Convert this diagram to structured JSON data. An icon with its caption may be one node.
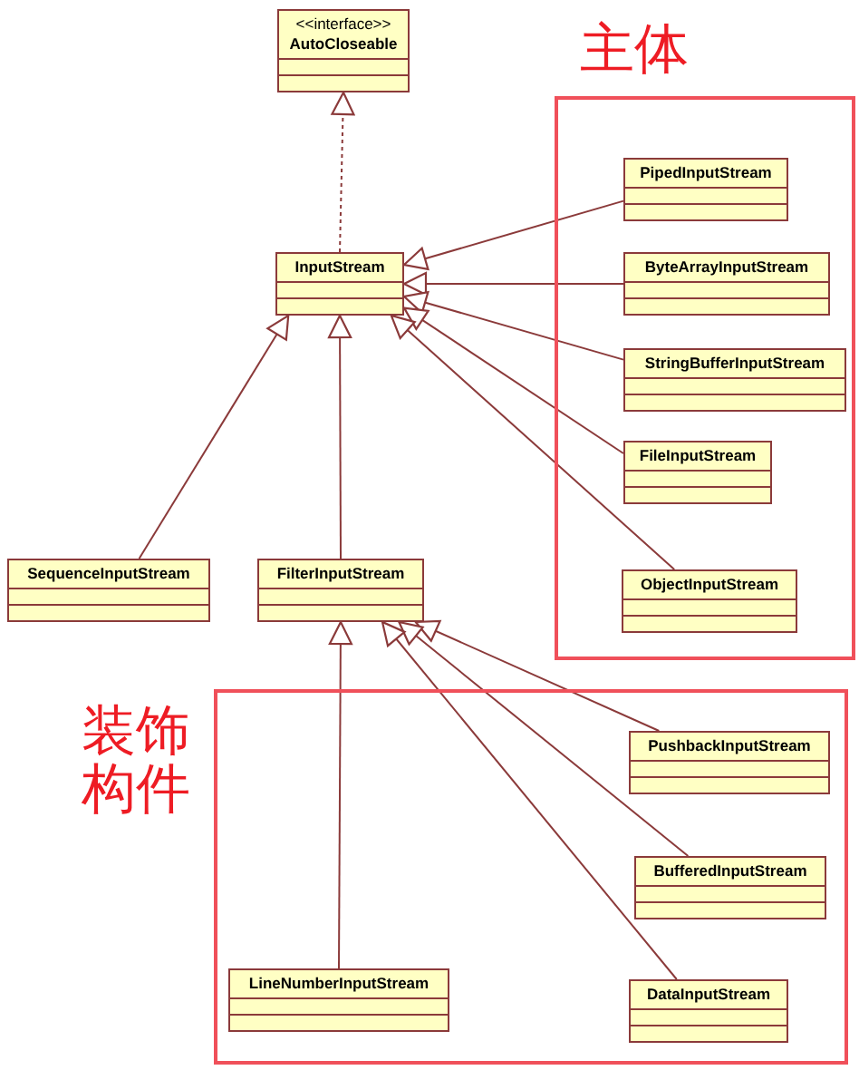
{
  "diagram": {
    "nodes": [
      {
        "text": [
          "<<interface>>",
          "AutoCloseable"
        ]
      },
      {
        "text": [
          "InputStream"
        ]
      },
      {
        "text": [
          "主体"
        ]
      },
      {
        "text": [
          "PipedInputStream"
        ],
        "in": 2
      },
      {
        "text": [
          "ByteArrayInputStream"
        ],
        "in": 2
      },
      {
        "text": [
          "StringBufferInputStream"
        ],
        "in": 2
      },
      {
        "text": [
          "FileInputStream"
        ],
        "in": 2
      },
      {
        "text": [
          "ObjectInputStream"
        ],
        "in": 2
      },
      {
        "text": [
          "SequenceInputStream"
        ]
      },
      {
        "text": [
          "FilterInputStream"
        ]
      },
      {
        "text": [
          "装饰构件"
        ]
      },
      {
        "text": [
          "PushbackInputStream"
        ],
        "in": 10
      },
      {
        "text": [
          "BufferedInputStream"
        ],
        "in": 10
      },
      {
        "text": [
          "DataInputStream"
        ],
        "in": 10
      },
      {
        "text": [
          "LineNumberInputStream"
        ],
        "in": 10
      }
    ],
    "edges": [
      {
        "from": 1,
        "to": 0,
        "arrow": "to",
        "style": "dashed"
      },
      {
        "from": 3,
        "to": 1,
        "arrow": "to"
      },
      {
        "from": 4,
        "to": 1,
        "arrow": "to"
      },
      {
        "from": 5,
        "to": 1,
        "arrow": "to"
      },
      {
        "from": 6,
        "to": 1,
        "arrow": "to"
      },
      {
        "from": 7,
        "to": 1,
        "arrow": "to"
      },
      {
        "from": 8,
        "to": 1,
        "arrow": "to"
      },
      {
        "from": 9,
        "to": 1,
        "arrow": "to"
      },
      {
        "from": 11,
        "to": 9,
        "arrow": "to"
      },
      {
        "from": 12,
        "to": 9,
        "arrow": "to"
      },
      {
        "from": 13,
        "to": 9,
        "arrow": "to"
      },
      {
        "from": 14,
        "to": 9,
        "arrow": "to"
      }
    ]
  }
}
